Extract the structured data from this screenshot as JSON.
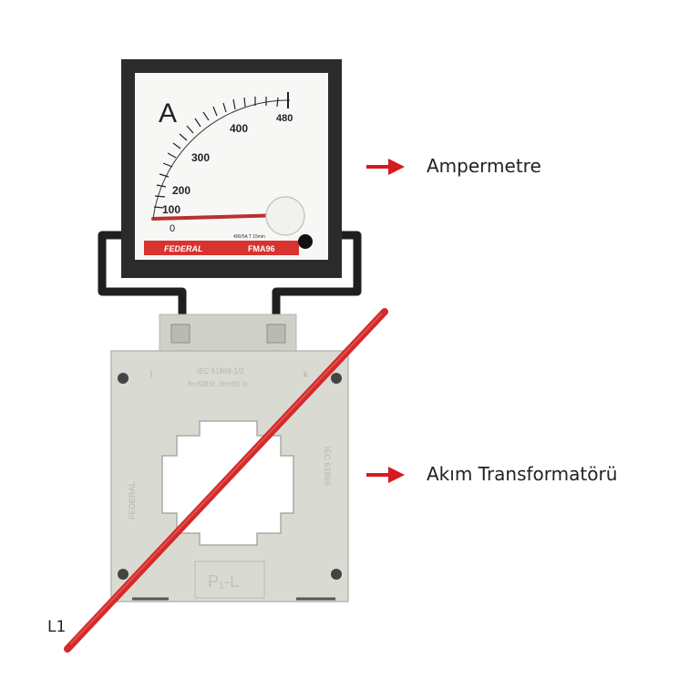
{
  "ammeter": {
    "unit_symbol": "A",
    "scale_labels": [
      "0",
      "100",
      "200",
      "300",
      "400",
      "480"
    ],
    "brand": "FEDERAL",
    "model": "FMA96",
    "rating_text": "400/5A T 15min",
    "bezel_color": "#2b2b2b",
    "brand_strip_color": "#d8332f"
  },
  "current_transformer": {
    "top_print": [
      "IEC 61869-1/2",
      "fn=50Hz, Ith=60 In"
    ],
    "terminal_left": "l",
    "terminal_right": "k",
    "primary_marking": "P₁-L",
    "side_label_left": "FEDERAL",
    "side_label_right": "IEC 61869",
    "body_color": "#d9dbd3"
  },
  "wiring": {
    "secondary_wire_color": "#1f1f1f",
    "conductor_color": "#d42a2a"
  },
  "labels": {
    "ammeter": "Ampermetre",
    "current_transformer": "Akım Transformatörü",
    "line": "L1"
  },
  "arrow_color": "#d71920"
}
